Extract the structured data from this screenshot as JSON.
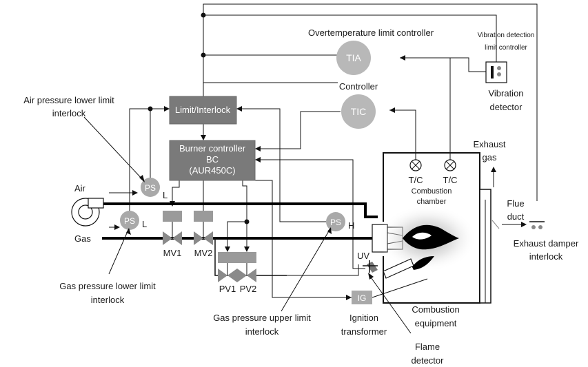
{
  "labels": {
    "overtemp_controller": "Overtemperature limit controller",
    "tia": "TIA",
    "controller": "Controller",
    "tic": "TIC",
    "vibration_controller_line1": "Vibration detection",
    "vibration_controller_line2": "limit controller",
    "vibration_detector_line1": "Vibration",
    "vibration_detector_line2": "detector",
    "air_pressure_line1": "Air pressure lower limit",
    "air_pressure_line2": "interlock",
    "limit_interlock": "Limit/Interlock",
    "burner_controller_line1": "Burner controller",
    "burner_controller_line2": "BC",
    "burner_controller_line3": "(AUR450C)",
    "air": "Air",
    "gas": "Gas",
    "ps": "PS",
    "l": "L",
    "h": "H",
    "mv1": "MV1",
    "mv2": "MV2",
    "pv1": "PV1",
    "pv2": "PV2",
    "tc": "T/C",
    "combustion_chamber_line1": "Combustion",
    "combustion_chamber_line2": "chamber",
    "exhaust_gas_line1": "Exhaust",
    "exhaust_gas_line2": "gas",
    "flue_duct_line1": "Flue",
    "flue_duct_line2": "duct",
    "exhaust_damper_line1": "Exhaust damper",
    "exhaust_damper_line2": "interlock",
    "uv": "UV",
    "ig": "IG",
    "gas_pressure_lower_line1": "Gas pressure lower limit",
    "gas_pressure_lower_line2": "interlock",
    "gas_pressure_upper_line1": "Gas pressure upper limit",
    "gas_pressure_upper_line2": "interlock",
    "ignition_transformer_line1": "Ignition",
    "ignition_transformer_line2": "transformer",
    "combustion_equipment_line1": "Combustion",
    "combustion_equipment_line2": "equipment",
    "flame_detector_line1": "Flame",
    "flame_detector_line2": "detector"
  },
  "colors": {
    "box_fill": "#7a7a7a",
    "gauge_fill": "#a9a9a9",
    "controller_fill": "#b8b8b8"
  }
}
